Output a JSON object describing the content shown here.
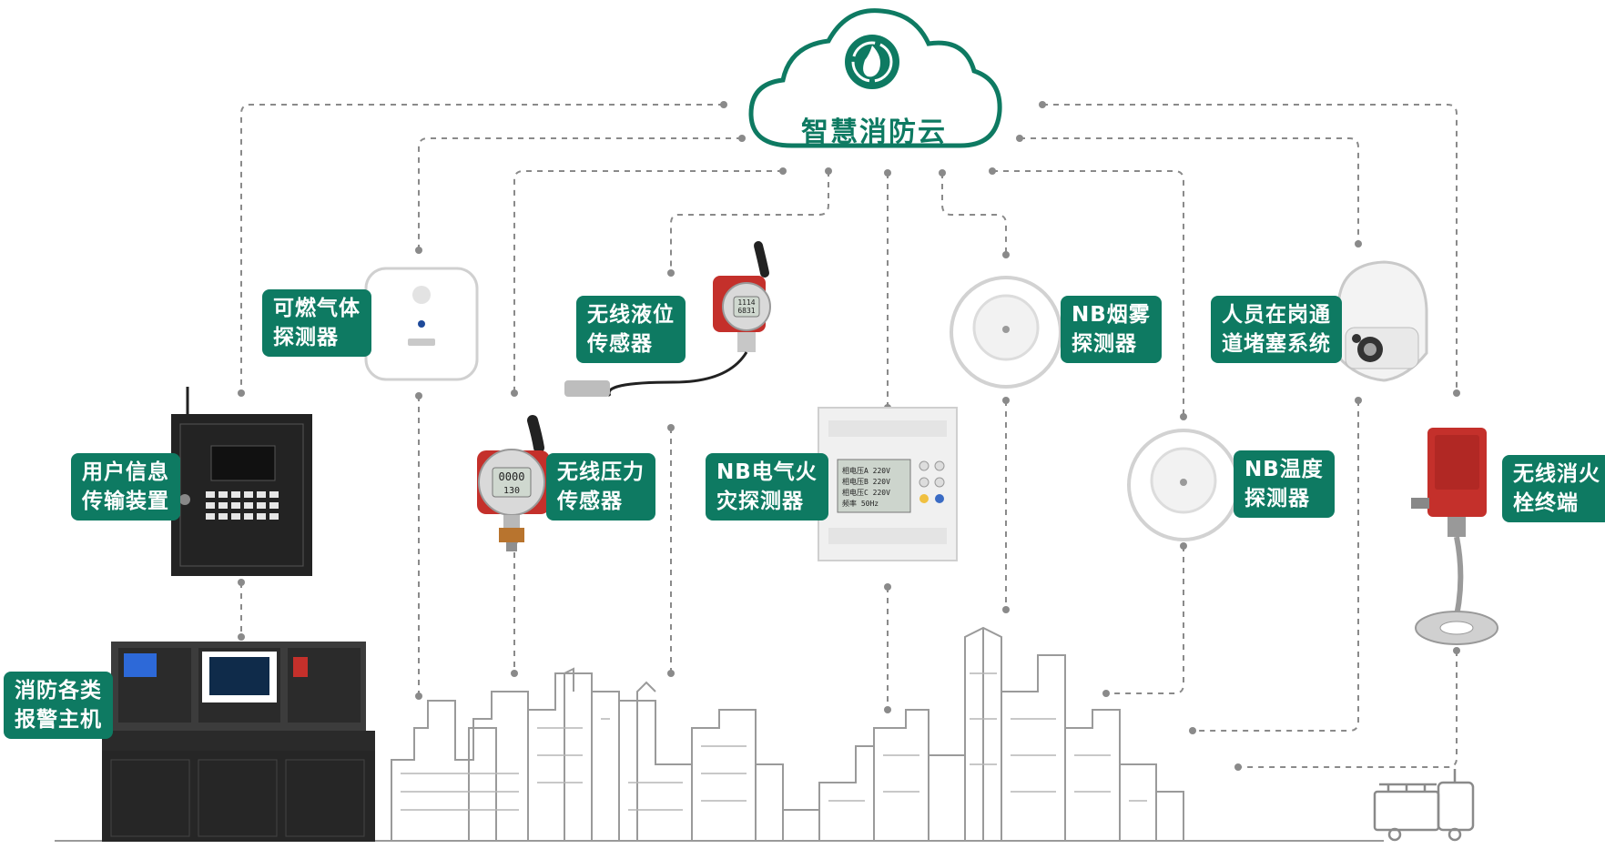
{
  "cloud": {
    "title": "智慧消防云",
    "icon": "fire-cloud-icon"
  },
  "devices": [
    {
      "id": "gas",
      "lines": [
        "可燃气体",
        "探测器"
      ],
      "icon": "gas-detector-icon"
    },
    {
      "id": "level",
      "lines": [
        "无线液位",
        "传感器"
      ],
      "icon": "level-sensor-icon"
    },
    {
      "id": "smoke",
      "lines": [
        "NB烟雾",
        "探测器"
      ],
      "icon": "smoke-detector-icon"
    },
    {
      "id": "person",
      "lines": [
        "人员在岗通",
        "道堵塞系统"
      ],
      "icon": "dome-camera-icon"
    },
    {
      "id": "user",
      "lines": [
        "用户信息",
        "传输装置"
      ],
      "icon": "transmission-device-icon"
    },
    {
      "id": "pressure",
      "lines": [
        "无线压力",
        "传感器"
      ],
      "icon": "pressure-sensor-icon"
    },
    {
      "id": "elec",
      "lines": [
        "NB电气火",
        "灾探测器"
      ],
      "icon": "electrical-fire-detector-icon"
    },
    {
      "id": "temp",
      "lines": [
        "NB温度",
        "探测器"
      ],
      "icon": "temperature-detector-icon"
    },
    {
      "id": "hydrant",
      "lines": [
        "无线消火",
        "栓终端"
      ],
      "icon": "hydrant-terminal-icon"
    },
    {
      "id": "alarm",
      "lines": [
        "消防各类",
        "报警主机"
      ],
      "icon": "alarm-console-icon"
    }
  ],
  "screens": {
    "pressure": [
      "0000",
      "130"
    ],
    "level": [
      "1114",
      "6831"
    ],
    "elec": [
      "相电压A 220V",
      "相电压B 220V",
      "相电压C 220V",
      "频率 50Hz"
    ]
  },
  "colors": {
    "brand": "#0e7a62",
    "line": "#8a8a8a",
    "city": "#9a9a9a",
    "red": "#c4302b"
  }
}
